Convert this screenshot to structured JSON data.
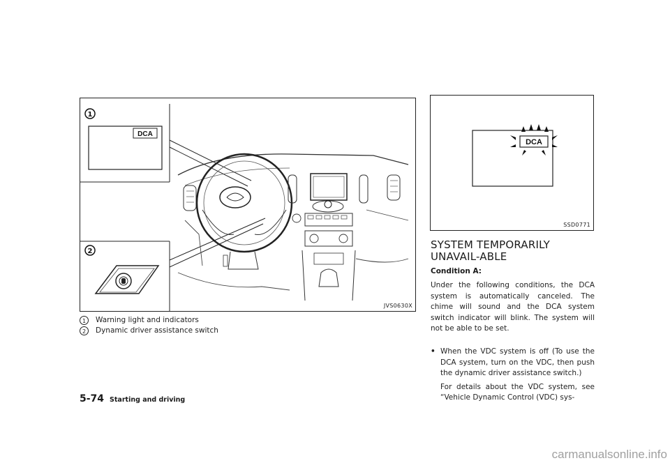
{
  "figure_left": {
    "code": "JVS0630X",
    "callout_1": "1",
    "callout_2": "2",
    "indicator_label": "DCA"
  },
  "figure_right": {
    "code": "SSD0771",
    "indicator_label": "DCA"
  },
  "captions": [
    {
      "num": "1",
      "text": "Warning light and indicators"
    },
    {
      "num": "2",
      "text": "Dynamic driver assistance switch"
    }
  ],
  "section": {
    "heading": "SYSTEM TEMPORARILY UNAVAIL-ABLE",
    "condition": "Condition A:",
    "body": "Under the following conditions, the DCA system is automatically canceled. The chime will sound and the DCA system switch indicator will blink. The system will not be able to be set.",
    "bullet": "When the VDC system is off (To use the DCA system, turn on the VDC, then push the dynamic driver assistance switch.)",
    "bullet_cont": "For details about the VDC system, see “Vehicle Dynamic Control (VDC) sys-"
  },
  "footer": {
    "page_number": "5-74",
    "section_name": "Starting and driving"
  },
  "watermark": "carmanualsonline.info"
}
